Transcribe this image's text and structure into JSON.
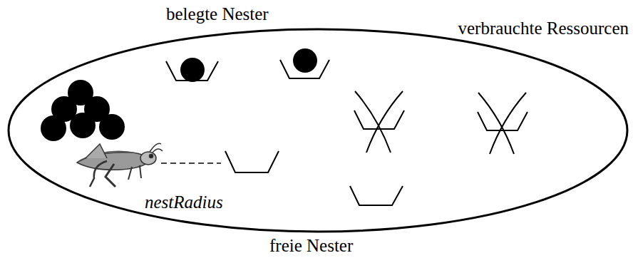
{
  "diagram": {
    "labels": [
      "belegte Nester",
      "verbrauchte Ressourcen",
      "nestRadius",
      "freie Nester"
    ]
  }
}
